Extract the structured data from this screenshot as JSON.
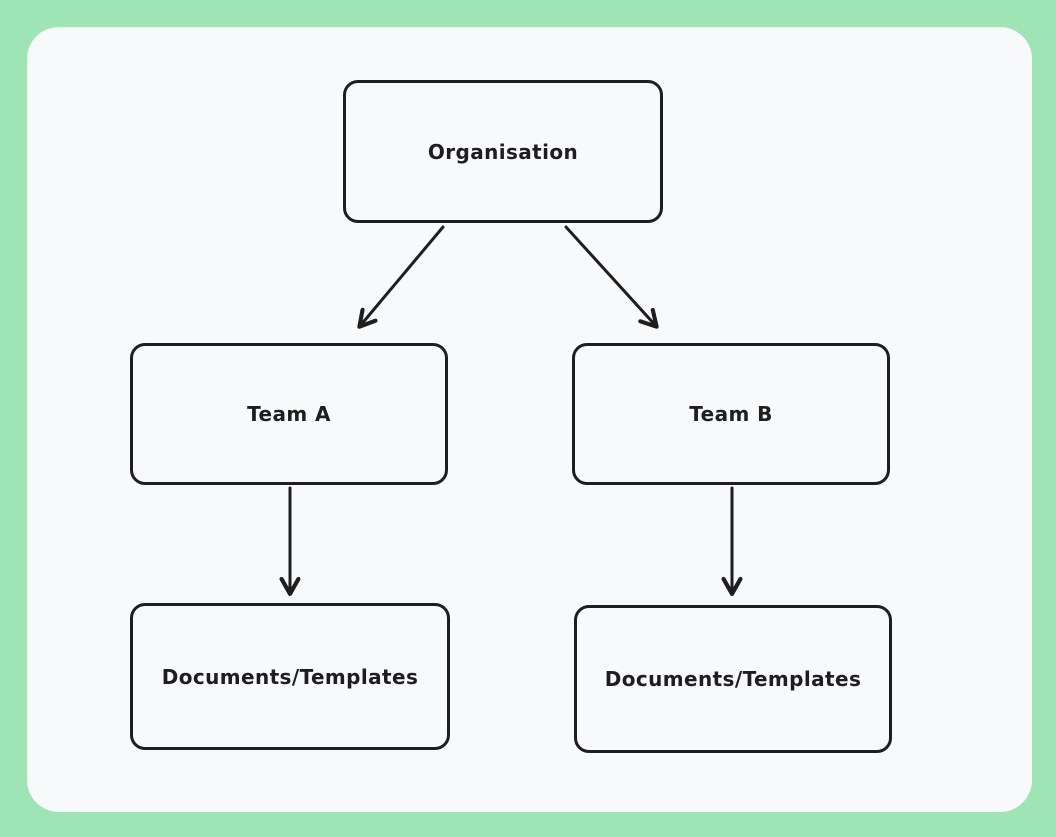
{
  "canvas": {
    "background_color": "#f8f9fb",
    "frame_color": "#9fe4b5",
    "stroke_color": "#1e1e1e"
  },
  "diagram": {
    "type": "flowchart",
    "style": "hand-drawn",
    "nodes": [
      {
        "id": "organisation",
        "label": "Organisation"
      },
      {
        "id": "team-a",
        "label": "Team A"
      },
      {
        "id": "team-b",
        "label": "Team B"
      },
      {
        "id": "docs-a",
        "label": "Documents/Templates"
      },
      {
        "id": "docs-b",
        "label": "Documents/Templates"
      }
    ],
    "edges": [
      {
        "from": "organisation",
        "to": "team-a",
        "direction": "down-left"
      },
      {
        "from": "organisation",
        "to": "team-b",
        "direction": "down-right"
      },
      {
        "from": "team-a",
        "to": "docs-a",
        "direction": "down"
      },
      {
        "from": "team-b",
        "to": "docs-b",
        "direction": "down"
      }
    ]
  }
}
